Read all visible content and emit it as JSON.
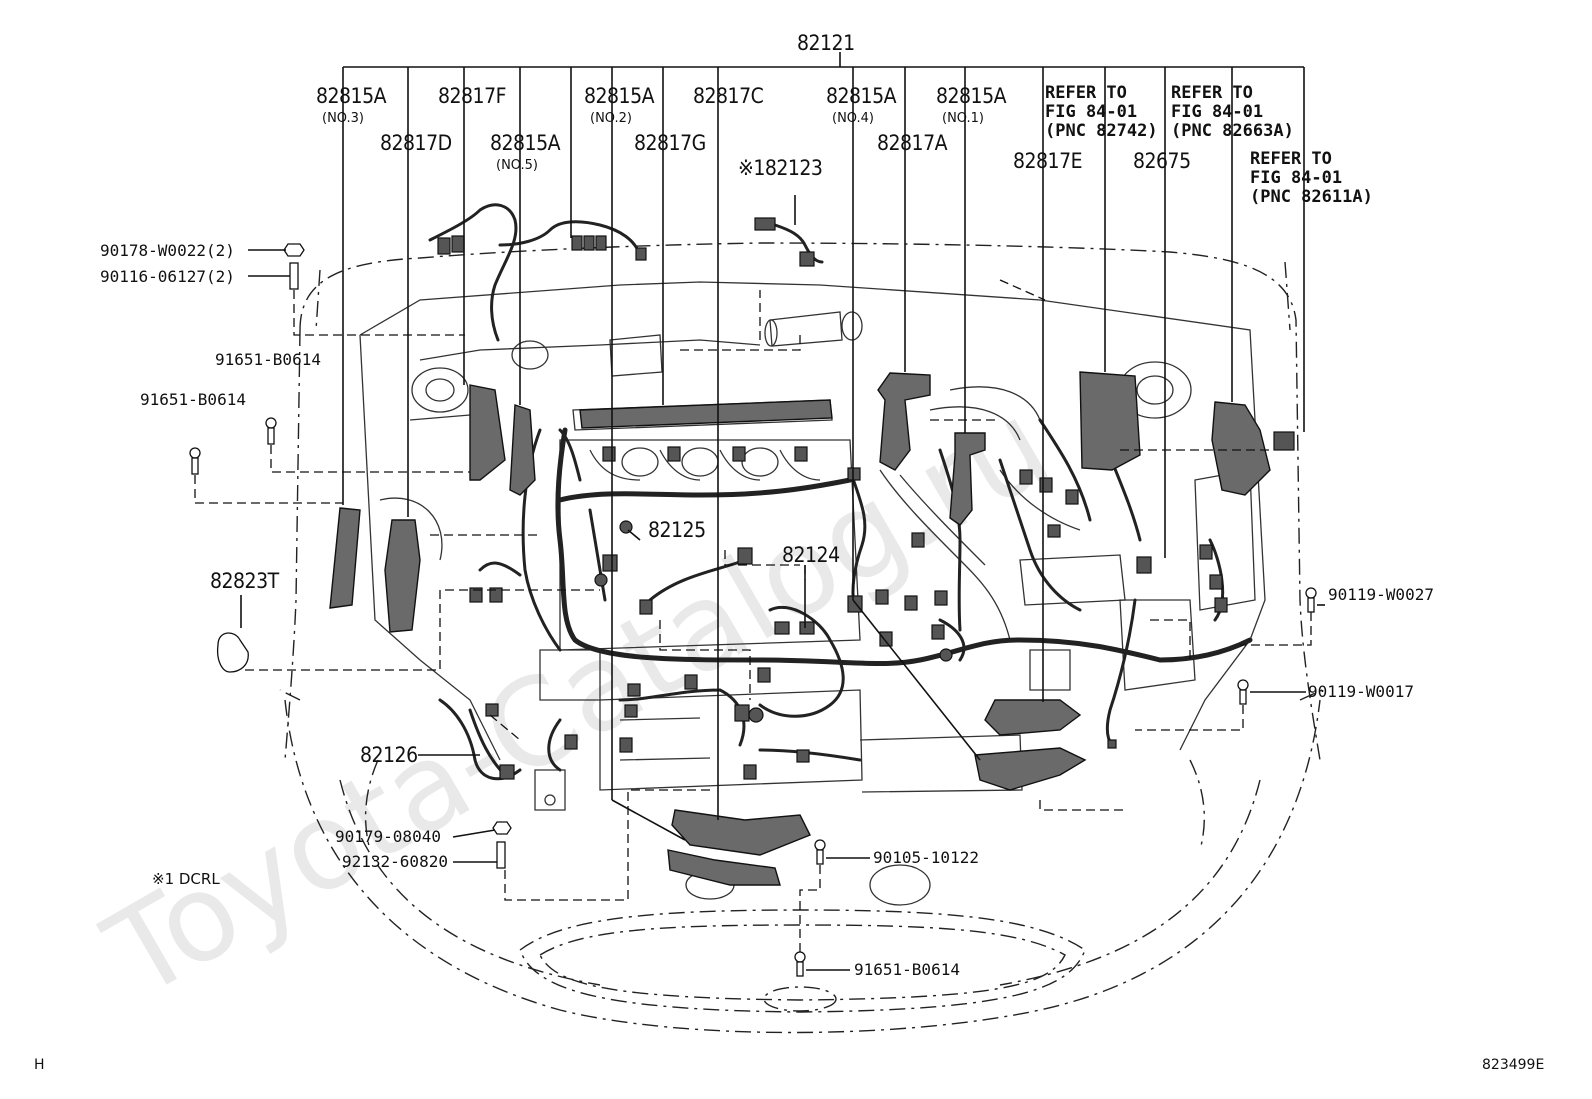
{
  "watermark": "Toyota-Catalog.ru",
  "figure_code": "823499E",
  "corner_mark": "H",
  "footnote": "※1 DCRL",
  "labels": {
    "top": "82121",
    "p82815a_no3": "82815A",
    "p82815a_no3_sub": "(NO.3)",
    "p82817f": "82817F",
    "p82815a_no2": "82815A",
    "p82815a_no2_sub": "(NO.2)",
    "p82817c": "82817C",
    "p82815a_no4": "82815A",
    "p82815a_no4_sub": "(NO.4)",
    "p82815a_no1": "82815A",
    "p82815a_no1_sub": "(NO.1)",
    "p82817d": "82817D",
    "p82815a_no5": "82815A",
    "p82815a_no5_sub": "(NO.5)",
    "p82817g": "82817G",
    "p82123": "※182123",
    "p82817a": "82817A",
    "p82817e": "82817E",
    "p82675": "82675",
    "ref1_l1": "REFER TO",
    "ref1_l2": "FIG 84-01",
    "ref1_l3": "(PNC 82742)",
    "ref2_l1": "REFER TO",
    "ref2_l2": "FIG 84-01",
    "ref2_l3": "(PNC 82663A)",
    "ref3_l1": "REFER TO",
    "ref3_l2": "FIG 84-01",
    "ref3_l3": "(PNC 82611A)",
    "p90178": "90178-W0022(2)",
    "p90116": "90116-06127(2)",
    "p91651a": "91651-B0614",
    "p91651b": "91651-B0614",
    "p82823t": "82823T",
    "p82125": "82125",
    "p82124": "82124",
    "p90119_w0027": "90119-W0027",
    "p90119_w0017": "90119-W0017",
    "p82126": "82126",
    "p90179": "90179-08040",
    "p92132": "92132-60820",
    "p90105": "90105-10122",
    "p91651c": "91651-B0614"
  }
}
